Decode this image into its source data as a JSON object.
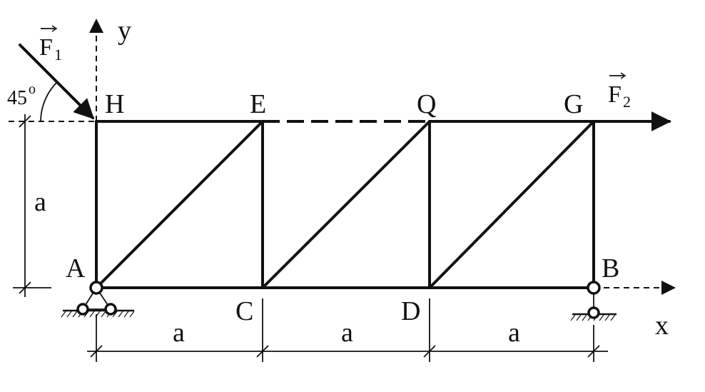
{
  "diagram": {
    "nodes": {
      "A": "A",
      "B": "B",
      "C": "C",
      "D": "D",
      "E": "E",
      "G": "G",
      "H": "H",
      "Q": "Q"
    },
    "axes": {
      "x": "x",
      "y": "y"
    },
    "forces": {
      "F1": {
        "letter": "F",
        "index": "1",
        "angle": "45",
        "angle_unit": "o"
      },
      "F2": {
        "letter": "F",
        "index": "2"
      }
    },
    "dimensions": {
      "height": "a",
      "span1": "a",
      "span2": "a",
      "span3": "a"
    }
  }
}
